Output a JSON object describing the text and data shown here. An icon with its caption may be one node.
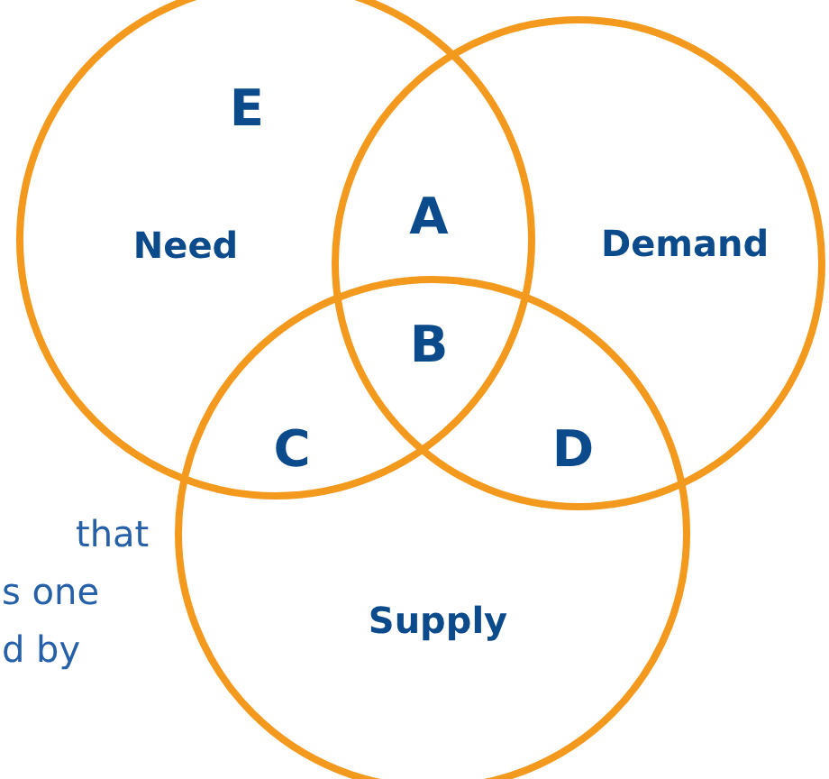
{
  "diagram": {
    "nodes": [
      {
        "text": [
          "E",
          "Need"
        ]
      },
      {
        "text": [
          "Demand"
        ]
      },
      {
        "text": [
          "Supply"
        ]
      }
    ],
    "labels": [
      "A",
      "B",
      "C",
      "D",
      "that",
      "s one",
      "d by"
    ]
  }
}
